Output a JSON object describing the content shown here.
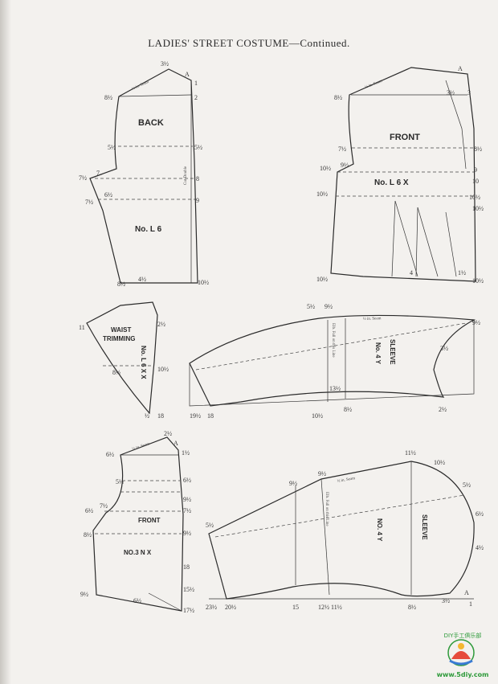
{
  "title": "LADIES' STREET COSTUME—Continued.",
  "pieces": {
    "back": {
      "name": "BACK",
      "number": "No. L 6",
      "fold_note": "Cut Double",
      "seam_note": "½ in. Seam"
    },
    "front": {
      "name": "FRONT",
      "number": "No. L 6 X",
      "seam_note": "½ in. Seam"
    },
    "waist": {
      "name": "WAIST",
      "name2": "TRIMMING",
      "number": "No. L 6 X X"
    },
    "sleeve_top": {
      "name": "SLEEVE",
      "number": "No. 4 Y",
      "seam_note": "½ in. Seam",
      "fold_note": "Elb. Full on this Line"
    },
    "front_small": {
      "name": "FRONT",
      "number": "NO.3 N X",
      "seam_note": "½ in. Seam"
    },
    "sleeve_bottom": {
      "name": "SLEEVE",
      "number": "NO. 4 Y",
      "seam_note": "½ in. Seam",
      "fold_note": "Elb. Full on this Line"
    }
  },
  "marks": {
    "back": [
      "3½",
      "A",
      "1",
      "8½",
      "2",
      "5½",
      "5½",
      "7½",
      "7",
      "8",
      "7½",
      "6½",
      "9",
      "8½",
      "4½",
      "10½"
    ],
    "front": [
      "8½",
      "A",
      "3",
      "3½",
      "7½",
      "8½",
      "10½",
      "9½",
      "9",
      "10",
      "10½",
      "10½",
      "10½",
      "10½",
      "4",
      "1½",
      "10½"
    ],
    "waist": [
      "11",
      "2½",
      "8½",
      "10½",
      "½",
      "18"
    ],
    "sleeve_top": [
      "5½",
      "9½",
      "9½",
      "3½",
      "19½",
      "18",
      "10½",
      "13½",
      "8½",
      "2½"
    ],
    "front_small": [
      "2½",
      "A",
      "6½",
      "1½",
      "5½",
      "6½",
      "6½",
      "7½",
      "7½",
      "9½",
      "8½",
      "9½",
      "18",
      "9½",
      "15½",
      "6½",
      "17½"
    ],
    "sleeve_bottom": [
      "11½",
      "10½",
      "9½",
      "9½",
      "5½",
      "5½",
      "6½",
      "4½",
      "23½",
      "20½",
      "15",
      "12½",
      "11½",
      "8½",
      "3½",
      "A",
      "1"
    ]
  },
  "watermark": {
    "line1": "DIY手工俱乐部",
    "line2": "www.5diy.com"
  }
}
